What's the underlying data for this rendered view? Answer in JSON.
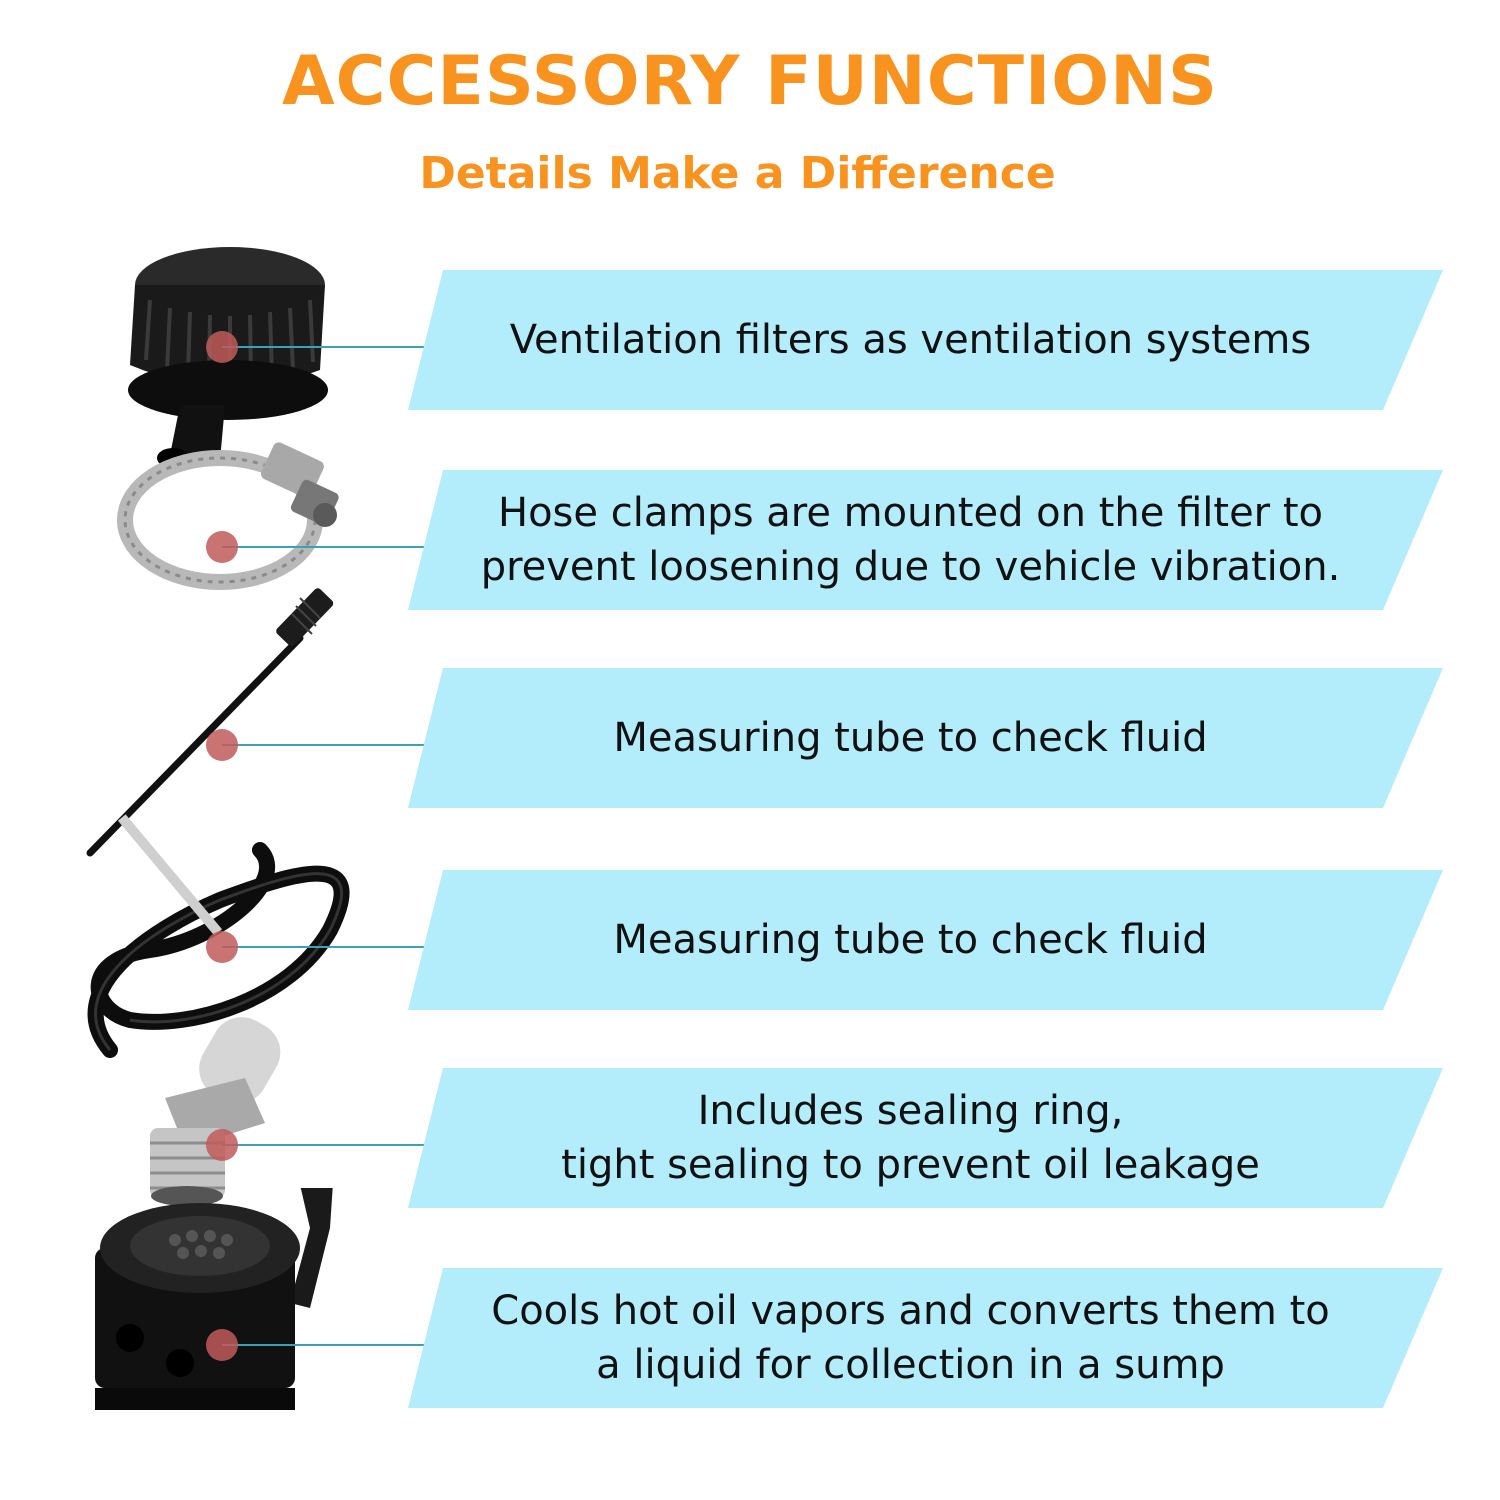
{
  "header": {
    "title": "ACCESSORY FUNCTIONS",
    "subtitle": "Details Make a Difference"
  },
  "colors": {
    "accent": "#f7931e",
    "banner": "#b3ecfa",
    "pointer_line": "#3d9fb8",
    "pointer_dot": "#c15a5a"
  },
  "features": [
    {
      "icon": "breather-filter-icon",
      "lines": [
        "Ventilation filters as ventilation systems"
      ]
    },
    {
      "icon": "hose-clamp-icon",
      "lines": [
        "Hose clamps are mounted on the filter to",
        "prevent loosening due to vehicle vibration."
      ]
    },
    {
      "icon": "dipstick-icon",
      "lines": [
        "Measuring tube to check fluid"
      ]
    },
    {
      "icon": "rubber-hose-icon",
      "lines": [
        "Measuring tube to check fluid"
      ]
    },
    {
      "icon": "hose-fitting-icon",
      "lines": [
        "Includes sealing ring,",
        "tight sealing to prevent oil leakage"
      ]
    },
    {
      "icon": "oil-catch-can-icon",
      "lines": [
        "Cools hot oil vapors and converts them to",
        "a liquid for collection in a sump"
      ]
    }
  ]
}
